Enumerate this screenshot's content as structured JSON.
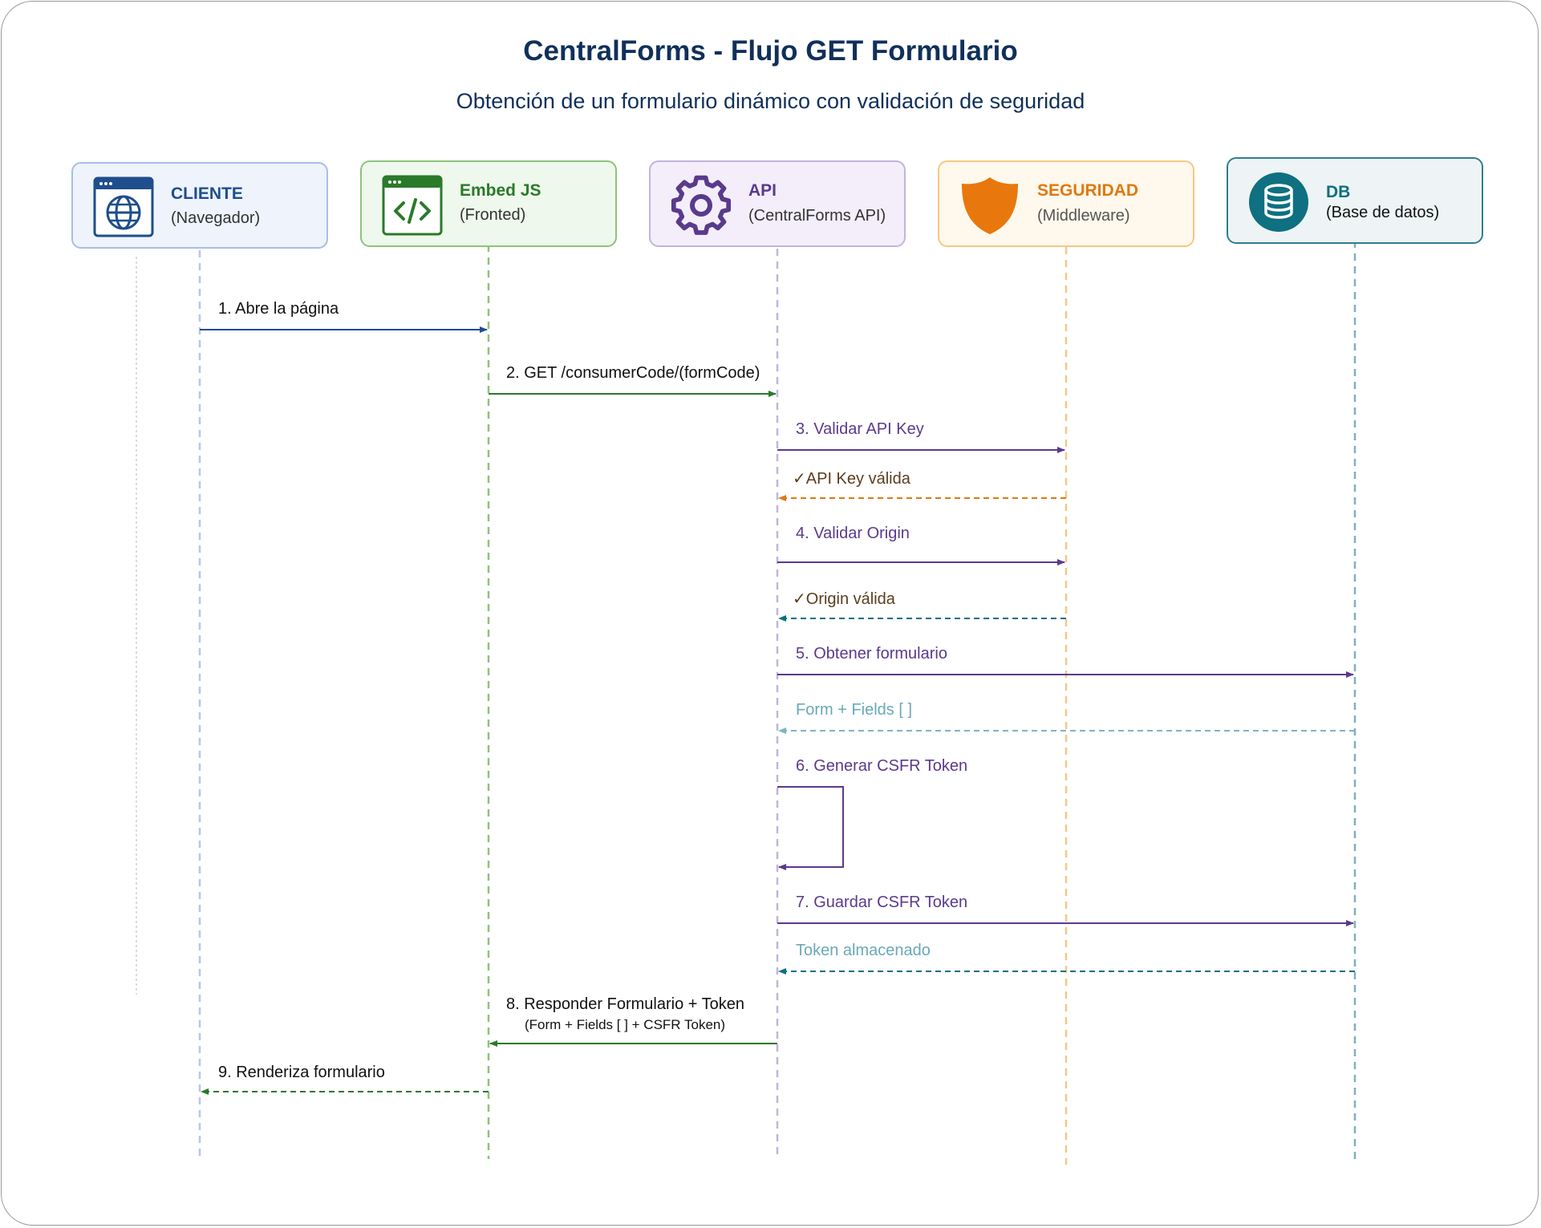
{
  "title": "CentralForms - Flujo GET Formulario",
  "subtitle": "Obtención de un formulario dinámico con validación de seguridad",
  "colors": {
    "cliente": "#1e4e8c",
    "embed": "#2a7a2a",
    "api": "#5a3a8c",
    "seguridad": "#e07810",
    "db": "#0e7080",
    "cyan_text": "#6aa8b8"
  },
  "actors": [
    {
      "id": "cliente",
      "name": "CLIENTE",
      "desc": "(Navegador)",
      "icon": "browser-globe-icon"
    },
    {
      "id": "embed",
      "name": "Embed JS",
      "desc": "(Fronted)",
      "icon": "code-window-icon"
    },
    {
      "id": "api",
      "name": "API",
      "desc": "(CentralForms API)",
      "icon": "gear-icon"
    },
    {
      "id": "seguridad",
      "name": "SEGURIDAD",
      "desc": "(Middleware)",
      "icon": "shield-icon"
    },
    {
      "id": "db",
      "name": "DB",
      "desc": "(Base de datos)",
      "icon": "database-icon"
    }
  ],
  "messages": [
    {
      "label": "1. Abre la página",
      "from": "cliente",
      "to": "embed",
      "style": "solid"
    },
    {
      "label": "2. GET /consumerCode/(formCode)",
      "from": "embed",
      "to": "api",
      "style": "solid"
    },
    {
      "label": "3. Validar API Key",
      "from": "api",
      "to": "seguridad",
      "style": "solid"
    },
    {
      "label": "✓API Key válida",
      "from": "seguridad",
      "to": "api",
      "style": "dashed"
    },
    {
      "label": "4. Validar Origin",
      "from": "api",
      "to": "seguridad",
      "style": "solid"
    },
    {
      "label": "✓Origin válida",
      "from": "seguridad",
      "to": "api",
      "style": "dashed"
    },
    {
      "label": "5. Obtener formulario",
      "from": "api",
      "to": "db",
      "style": "solid"
    },
    {
      "label": "Form + Fields [ ]",
      "from": "db",
      "to": "api",
      "style": "dashed"
    },
    {
      "label": "6. Generar CSFR Token",
      "from": "api",
      "to": "api",
      "style": "self"
    },
    {
      "label": "7. Guardar CSFR Token",
      "from": "api",
      "to": "db",
      "style": "solid"
    },
    {
      "label": "Token almacenado",
      "from": "db",
      "to": "api",
      "style": "dashed"
    },
    {
      "label": "8. Responder Formulario + Token",
      "sublabel": "(Form + Fields [ ] + CSFR Token)",
      "from": "api",
      "to": "embed",
      "style": "solid"
    },
    {
      "label": "9. Renderiza formulario",
      "from": "embed",
      "to": "cliente",
      "style": "dashed"
    }
  ]
}
